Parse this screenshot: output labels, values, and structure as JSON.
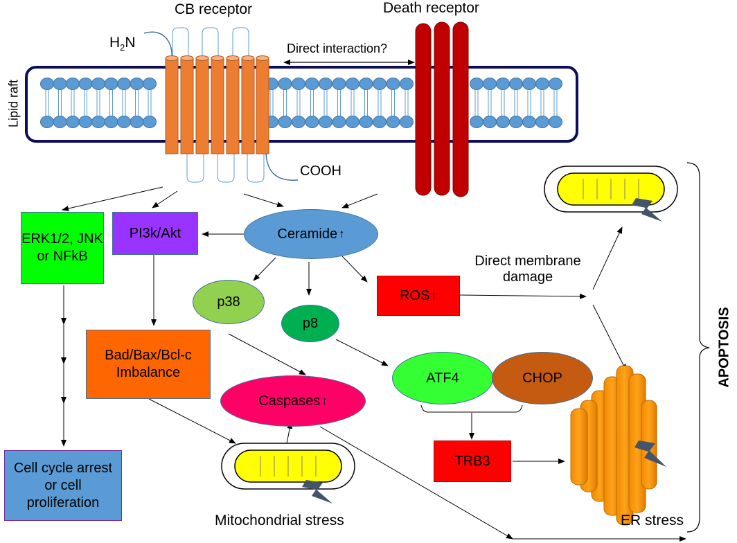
{
  "membrane": {
    "lipid_raft": "Lipid raft",
    "cb_receptor": "CB receptor",
    "death_receptor": "Death receptor",
    "h2n": "H",
    "h2n_sub": "2",
    "h2n_tail": "N",
    "cooh": "COOH",
    "direct_interaction": "Direct interaction?"
  },
  "nodes": {
    "erk": "ERK1/2, JNK or NFkB",
    "pi3k": "PI3k/Akt",
    "ceramide": "Ceramide",
    "p38": "p38",
    "p8": "p8",
    "ros": "ROS",
    "bad": "Bad/Bax/Bcl-c Imbalance",
    "caspases": "Caspases",
    "atf4": "ATF4",
    "chop": "CHOP",
    "trb3": "TRB3",
    "cell_cycle": "Cell cycle arrest or cell proliferation"
  },
  "labels": {
    "direct_membrane_damage_1": "Direct membrane",
    "direct_membrane_damage_2": "damage",
    "mito_stress": "Mitochondrial stress",
    "er_stress": "ER stress",
    "apoptosis": "APOPTOSIS",
    "increase_arrow": "↑"
  },
  "colors": {
    "membrane_border": "#0d0d5c",
    "lipid_head": "#5b9bd5",
    "cb_receptor": "#ed7d31",
    "death_receptor": "#c00000",
    "erk": "#00ff00",
    "pi3k": "#9933ff",
    "ceramide": "#5b9bd5",
    "p38": "#92d050",
    "p8": "#00b050",
    "ros": "#ff0000",
    "bad": "#ff6600",
    "caspases": "#ff0066",
    "atf4": "#33ff33",
    "chop": "#c55a11",
    "trb3": "#ff0000",
    "cell_cycle": "#5b9bd5",
    "mito_inner": "#ffff00",
    "er": "#ff9900"
  }
}
